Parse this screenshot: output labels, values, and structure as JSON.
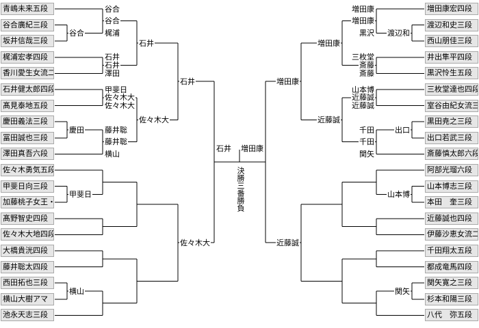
{
  "title": "決勝三番勝負",
  "players_left": [
    "青嶋未来五段",
    "谷合廣紀三段",
    "坂井信哉三段",
    "梶浦宏孝四段",
    "香川愛生女流二段",
    "石井健太郎四段",
    "髙見泰地五段",
    "慶田義法三段",
    "冨田誠也三段",
    "澤田真吾六段",
    "佐々木勇気五段",
    "甲斐日向三段",
    "加藤桃子女王・女流王座",
    "髙野智史四段",
    "佐々木大地四段",
    "大橋貴洸四段",
    "藤井聡太四段",
    "西田拓也三段",
    "横山大樹アマ",
    "池永天志三段"
  ],
  "players_right": [
    "増田康宏四段",
    "渡辺和史三段",
    "西山朋佳三段",
    "井出隼平四段",
    "黒沢怜生五段",
    "三枚堂達也四段",
    "室谷由紀女流三段",
    "黒田尭之三段",
    "出口若武三段",
    "斎藤慎太郎六段",
    "阿部光瑠六段",
    "山本博志三段",
    "本田　奎三段",
    "近藤誠也四段",
    "伊藤沙恵女流二段",
    "千田翔太五段",
    "都成竜馬四段",
    "関矢寛之三段",
    "杉本和陽三段",
    "八代　弥五段"
  ],
  "winners_left": {
    "r0": [
      "谷合",
      "慶田",
      "甲斐日",
      "横山"
    ],
    "r1": [
      "谷合",
      "梶浦",
      "石井",
      "澤田",
      "甲斐日",
      "佐々木大",
      "藤井聡",
      "横山"
    ],
    "r2": [
      "谷合",
      "石井",
      "佐々木大",
      "藤井聡"
    ],
    "r3": [
      "石井",
      "佐々木大"
    ],
    "r4": "石井"
  },
  "winners_right": {
    "r0": [
      "渡辺和",
      "出口",
      "山本博",
      "関矢"
    ],
    "r1": [
      "増田康",
      "黒沢",
      "三枚堂",
      "斎藤",
      "山本博",
      "近藤誠",
      "千田",
      "関矢"
    ],
    "r2": [
      "増田康",
      "斎藤",
      "近藤誠",
      "千田"
    ],
    "r3": [
      "増田康",
      "近藤誠"
    ],
    "r4": "増田康"
  }
}
